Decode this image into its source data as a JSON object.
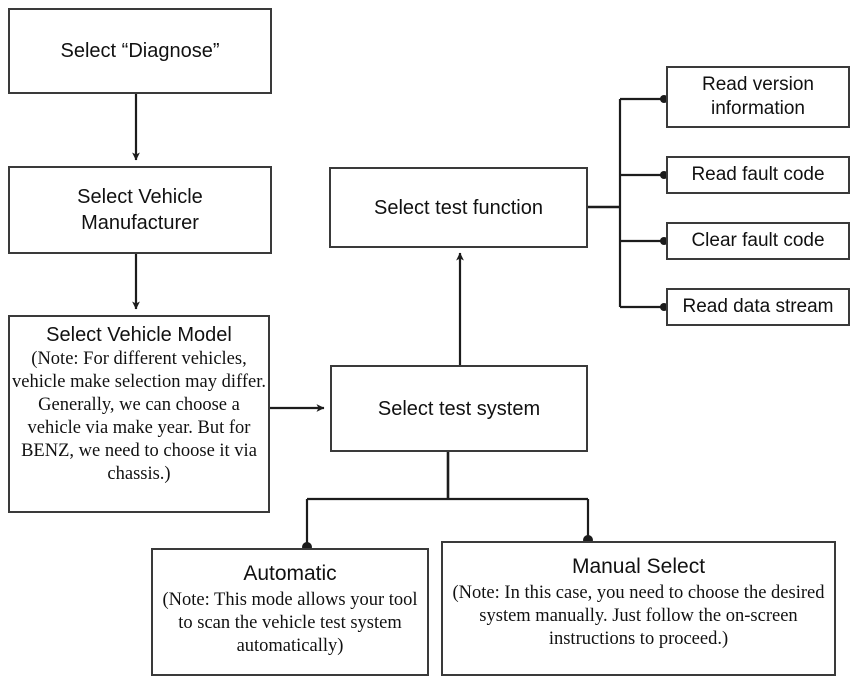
{
  "diagram": {
    "type": "flowchart",
    "title_present": false,
    "colors": {
      "stroke": "#3a3a3a",
      "text": "#111111",
      "background": "#ffffff"
    },
    "nodes": {
      "diagnose": {
        "title": "Select “Diagnose”"
      },
      "manufacturer": {
        "title": "Select Vehicle\nManufacturer"
      },
      "model": {
        "title": "Select Vehicle Model",
        "note": "(Note: For different vehicles, vehicle make selection may differ. Generally, we can choose a vehicle via make year. But for BENZ, we need to choose it via chassis.)"
      },
      "test_function": {
        "title": "Select test function"
      },
      "test_system": {
        "title": "Select test system"
      },
      "read_version": {
        "title": "Read version\ninformation"
      },
      "read_fault_code": {
        "title": "Read fault code"
      },
      "clear_fault_code": {
        "title": "Clear fault code"
      },
      "read_data_stream": {
        "title": "Read data stream"
      },
      "automatic": {
        "title": "Automatic",
        "note": "(Note: This mode allows your tool to scan the vehicle test system automatically)"
      },
      "manual": {
        "title": "Manual Select",
        "note": "(Note: In this case, you need to choose the desired system manually. Just follow the on-screen instructions to proceed.)"
      }
    },
    "edges": [
      {
        "from": "diagnose",
        "to": "manufacturer",
        "marker": "arrow"
      },
      {
        "from": "manufacturer",
        "to": "model",
        "marker": "arrow"
      },
      {
        "from": "model",
        "to": "test_system",
        "marker": "arrow"
      },
      {
        "from": "test_system",
        "to": "test_function",
        "marker": "arrow"
      },
      {
        "from": "test_function",
        "to": "read_version",
        "marker": "dot"
      },
      {
        "from": "test_function",
        "to": "read_fault_code",
        "marker": "dot"
      },
      {
        "from": "test_function",
        "to": "clear_fault_code",
        "marker": "dot"
      },
      {
        "from": "test_function",
        "to": "read_data_stream",
        "marker": "dot"
      },
      {
        "from": "test_system",
        "to": "automatic",
        "marker": "dot"
      },
      {
        "from": "test_system",
        "to": "manual",
        "marker": "dot"
      }
    ]
  }
}
